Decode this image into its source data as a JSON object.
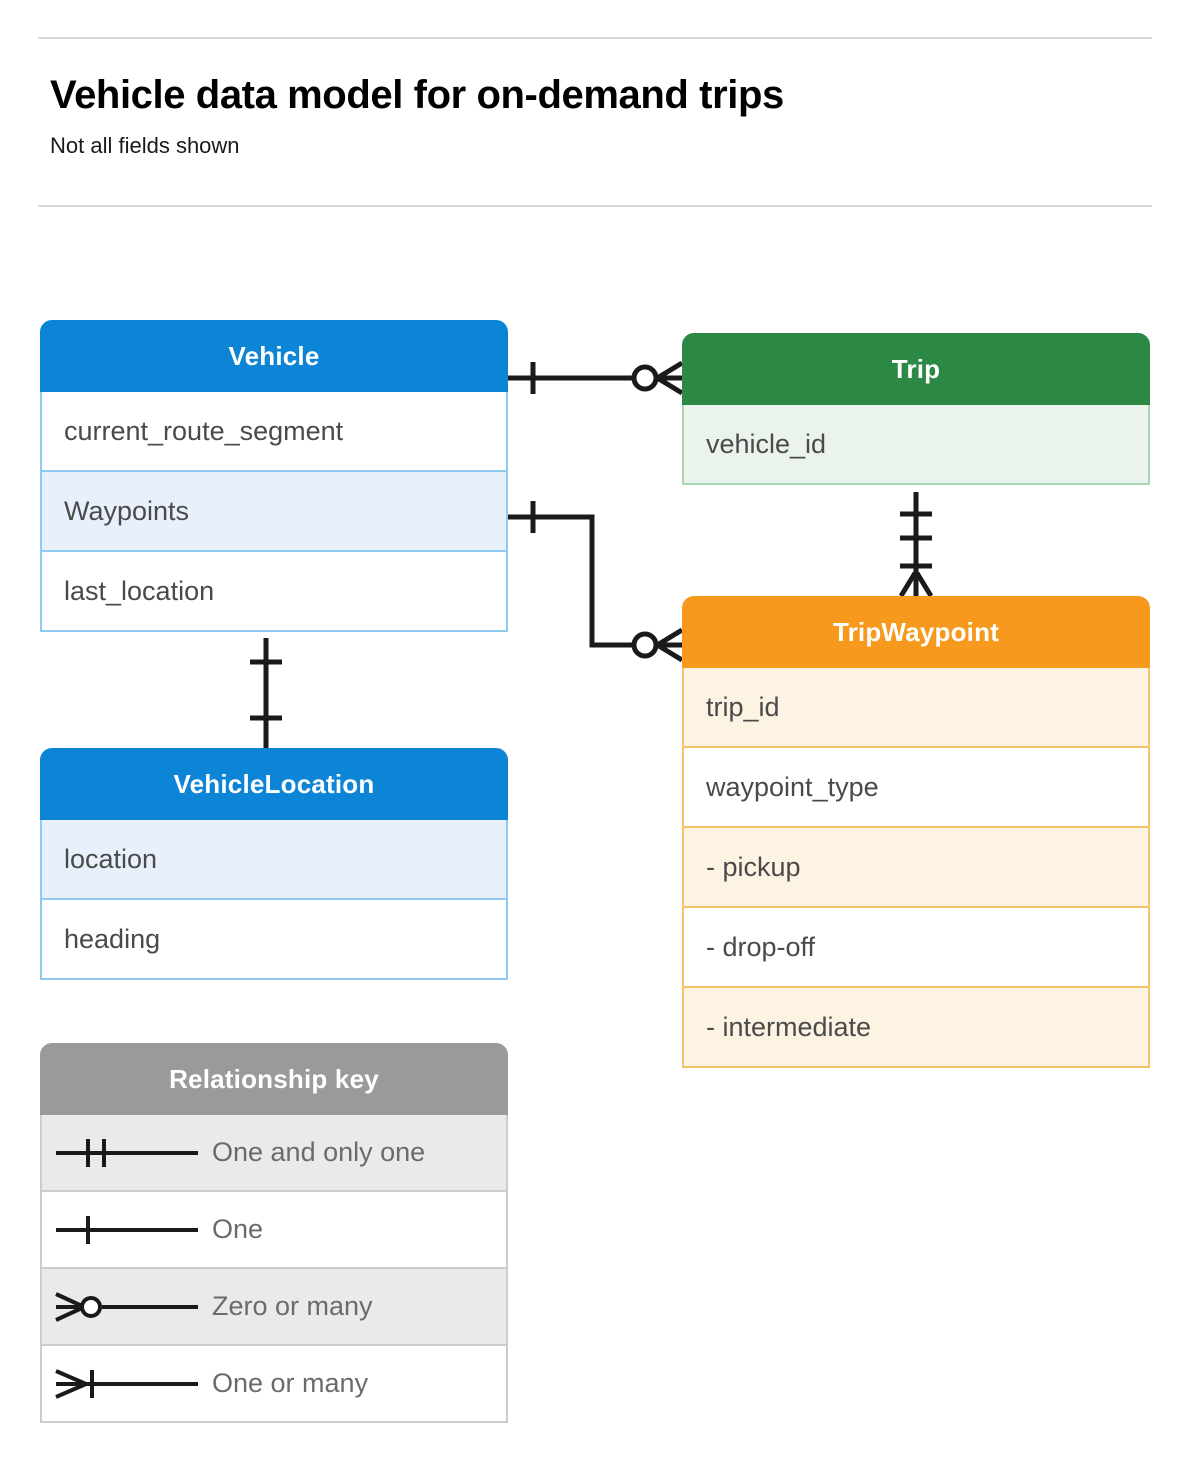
{
  "header": {
    "title": "Vehicle data model for on-demand trips",
    "subtitle": "Not all fields shown"
  },
  "colors": {
    "blue": "#0c85d6",
    "blue_tint": "#e8f1fb",
    "blue_border": "#8fcaf0",
    "green": "#2b8845",
    "green_tint": "#eaf4ec",
    "green_border": "#a8d5b5",
    "orange": "#f7991d",
    "orange_tint": "#fdf3e2",
    "orange_border": "#f8c266",
    "gray": "#9a9a9a",
    "gray_tint": "#eaeaea",
    "line": "#1a1a1a"
  },
  "entities": [
    {
      "name": "Vehicle",
      "theme": "blue",
      "fields": [
        {
          "label": "current_route_segment",
          "tinted": false
        },
        {
          "label": "Waypoints",
          "tinted": true
        },
        {
          "label": "last_location",
          "tinted": false
        }
      ]
    },
    {
      "name": "Trip",
      "theme": "green",
      "fields": [
        {
          "label": "vehicle_id",
          "tinted": true
        }
      ]
    },
    {
      "name": "TripWaypoint",
      "theme": "orange",
      "fields": [
        {
          "label": "trip_id",
          "tinted": true
        },
        {
          "label": "waypoint_type",
          "tinted": false
        },
        {
          "label": "-  pickup",
          "tinted": true
        },
        {
          "label": "-  drop-off",
          "tinted": false
        },
        {
          "label": "-  intermediate",
          "tinted": true
        }
      ]
    },
    {
      "name": "VehicleLocation",
      "theme": "blue",
      "fields": [
        {
          "label": "location",
          "tinted": true
        },
        {
          "label": "heading",
          "tinted": false
        }
      ]
    }
  ],
  "legend": {
    "title": "Relationship key",
    "rows": [
      {
        "label": "One and only one",
        "symbol": "one-and-only-one-symbol",
        "tinted": true
      },
      {
        "label": "One",
        "symbol": "one-symbol",
        "tinted": false
      },
      {
        "label": "Zero or many",
        "symbol": "zero-or-many-symbol",
        "tinted": true
      },
      {
        "label": "One or many",
        "symbol": "one-or-many-symbol",
        "tinted": false
      }
    ]
  },
  "relationships": [
    {
      "from": "Vehicle",
      "to": "Trip",
      "from_cardinality": "One",
      "to_cardinality": "Zero or many"
    },
    {
      "from": "Vehicle.Waypoints",
      "to": "TripWaypoint",
      "from_cardinality": "One",
      "to_cardinality": "Zero or many"
    },
    {
      "from": "Trip",
      "to": "TripWaypoint",
      "from_cardinality": "One and only one",
      "to_cardinality": "One or many"
    },
    {
      "from": "Vehicle",
      "to": "VehicleLocation",
      "from_cardinality": "One",
      "to_cardinality": "One"
    }
  ]
}
